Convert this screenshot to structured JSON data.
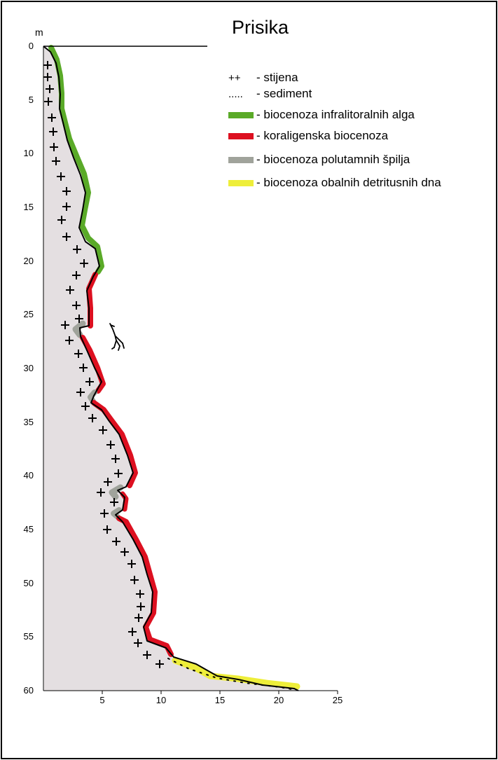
{
  "title": "Prisika",
  "y_axis": {
    "unit": "m",
    "ticks": [
      "0",
      "5",
      "10",
      "15",
      "20",
      "25",
      "30",
      "35",
      "40",
      "45",
      "50",
      "55",
      "60"
    ]
  },
  "x_axis": {
    "ticks": [
      "5",
      "10",
      "15",
      "20",
      "25"
    ]
  },
  "legend": {
    "rock": {
      "symbol": "++",
      "label": "- stijena"
    },
    "sediment": {
      "symbol": ".....",
      "label": "- sediment"
    },
    "infralittoral": {
      "label": "- biocenoza infralitoralnih alga",
      "color": "#5aaa28"
    },
    "coralligenous": {
      "label": "- koraligenska biocenoza",
      "color": "#dd1020"
    },
    "semidark_caves": {
      "label": "- biocenoza polutamnih špilja",
      "color": "#a0a39b"
    },
    "coastal_detritic": {
      "label": "- biocenoza obalnih detritusnih dna",
      "color": "#eeee3a"
    }
  },
  "colors": {
    "profile_fill": "#e4dfe1",
    "profile_line": "#000000"
  },
  "icons": {
    "diver": "diver-silhouette-icon"
  }
}
